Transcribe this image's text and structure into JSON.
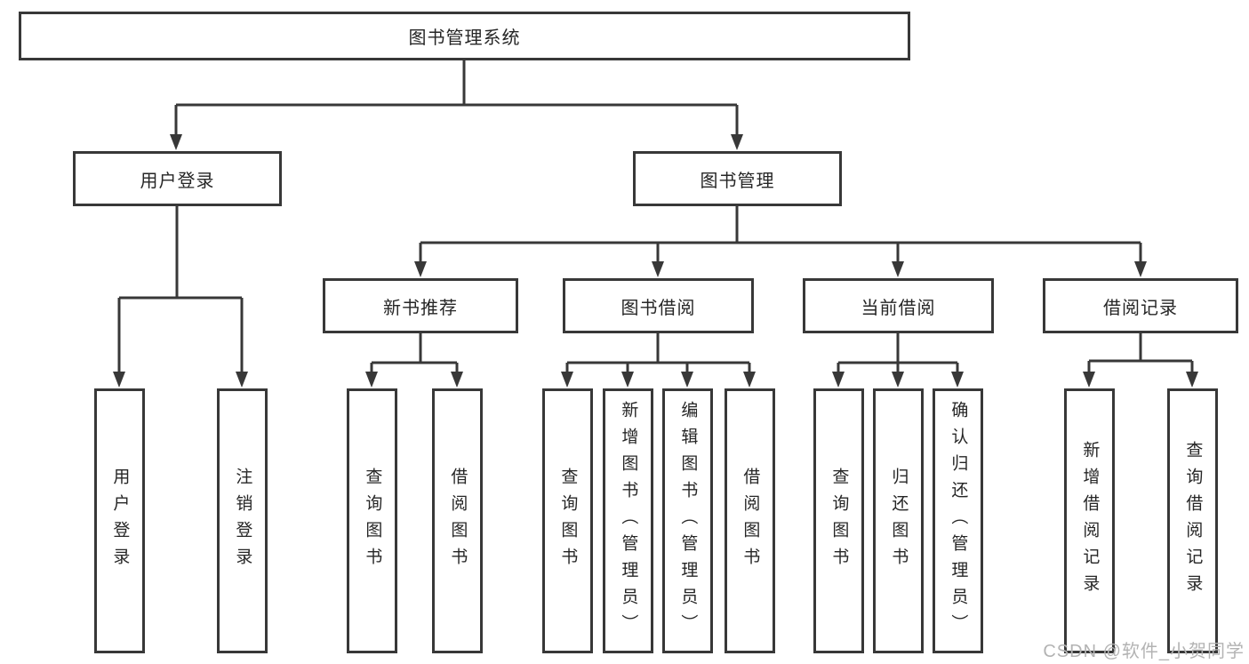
{
  "root": {
    "label": "图书管理系统"
  },
  "branches": [
    {
      "label": "用户登录",
      "children": [
        "用户登录",
        "注销登录"
      ]
    },
    {
      "label": "图书管理",
      "groups": [
        {
          "label": "新书推荐",
          "children": [
            "查询图书",
            "借阅图书"
          ]
        },
        {
          "label": "图书借阅",
          "children": [
            "查询图书",
            "新增图书（管理员）",
            "编辑图书（管理员）",
            "借阅图书"
          ]
        },
        {
          "label": "当前借阅",
          "children": [
            "查询图书",
            "归还图书",
            "确认归还（管理员）"
          ]
        },
        {
          "label": "借阅记录",
          "children": [
            "新增借阅记录",
            "查询借阅记录"
          ]
        }
      ]
    }
  ],
  "watermark": {
    "text": "CSDN @软件_小贺同学"
  },
  "colors": {
    "line": "#383838",
    "box_border": "#383838",
    "box_background": "#ffffff",
    "text": "#262626",
    "watermark": "#b3b3b3",
    "page_background": "#ffffff"
  }
}
